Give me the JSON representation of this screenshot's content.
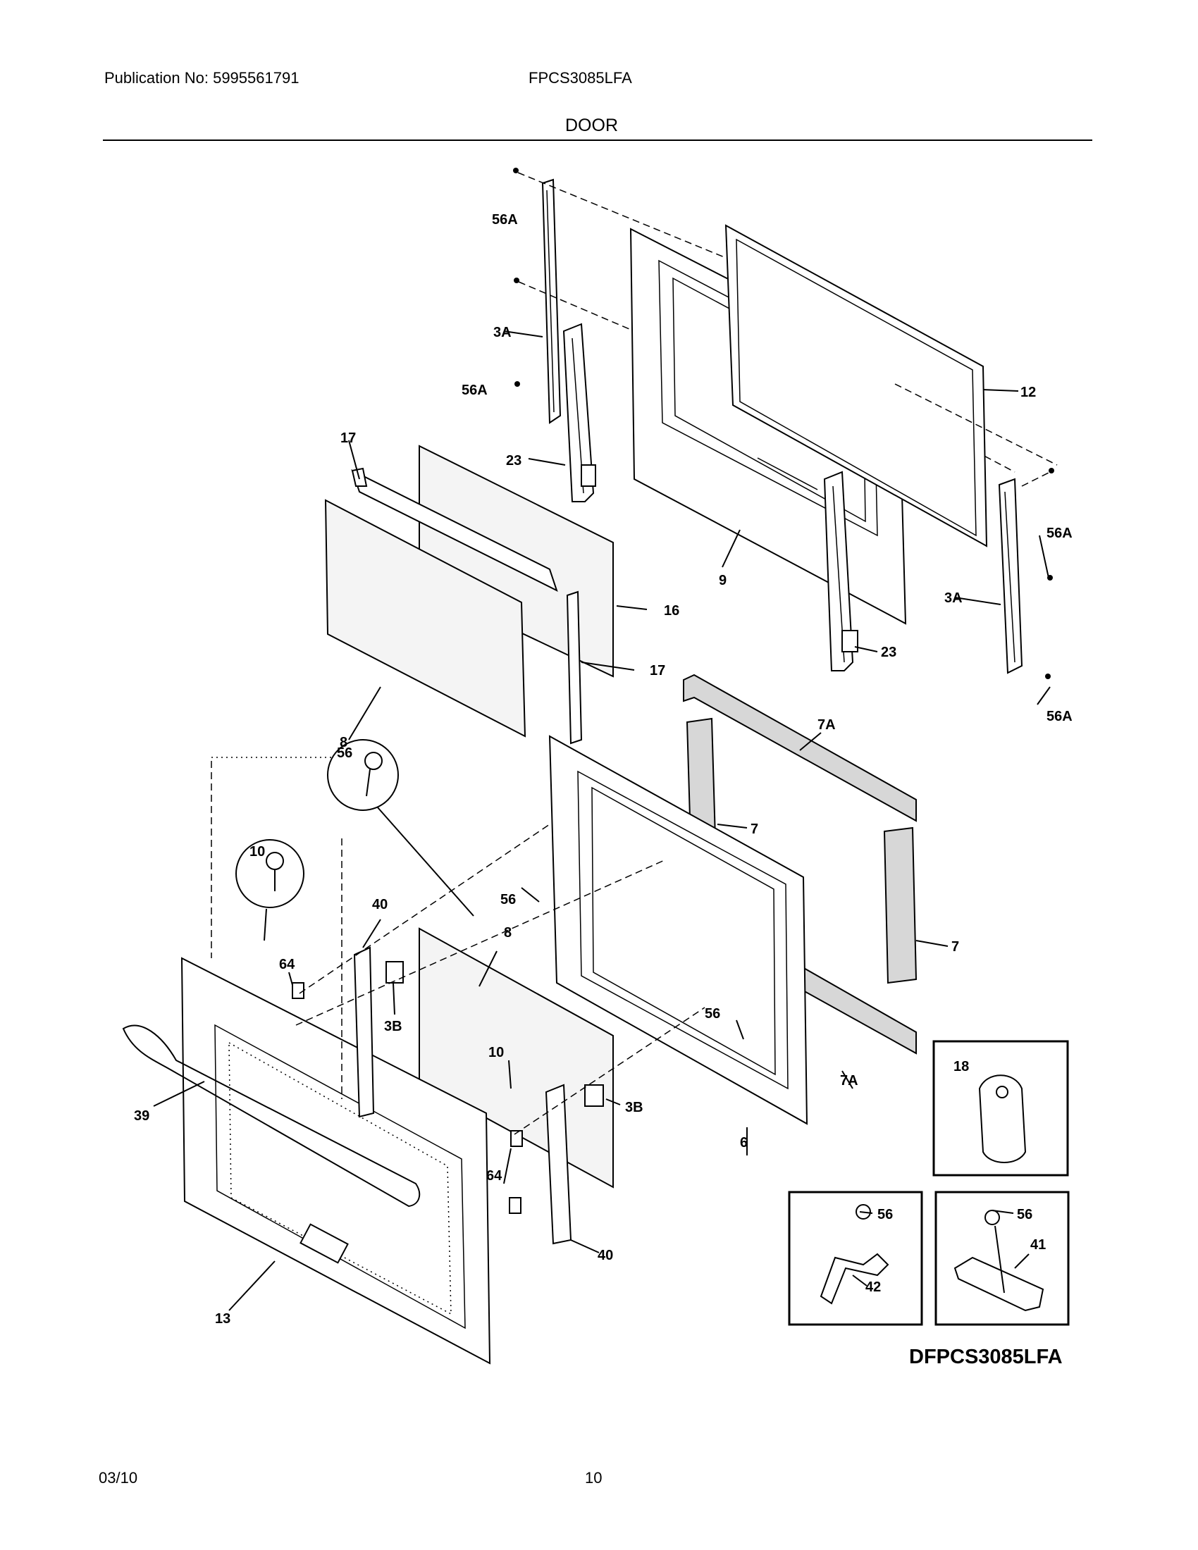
{
  "header": {
    "publication": "Publication No: 5995561791",
    "model": "FPCS3085LFA",
    "section": "DOOR"
  },
  "footer": {
    "date": "03/10",
    "page": "10"
  },
  "diagram": {
    "drawing_id": "DFPCS3085LFA",
    "callouts": {
      "c_56a_top": "56A",
      "c_3a_left": "3A",
      "c_56a_mid": "56A",
      "c_12": "12",
      "c_17_top": "17",
      "c_23_left": "23",
      "c_56a_right": "56A",
      "c_3a_right": "3A",
      "c_9": "9",
      "c_16": "16",
      "c_17_low": "17",
      "c_23_right": "23",
      "c_8_left": "8",
      "c_56a_bottom": "56A",
      "c_7a_top": "7A",
      "c_56_circle": "56",
      "c_7_top": "7",
      "c_10_circle": "10",
      "c_40_top": "40",
      "c_56_frame": "56",
      "c_8_inner": "8",
      "c_7_right": "7",
      "c_64_top": "64",
      "c_56_frame_low": "56",
      "c_3b_left": "3B",
      "c_10_low": "10",
      "c_18": "18",
      "c_7a_bottom": "7A",
      "c_39": "39",
      "c_3b_right": "3B",
      "c_6": "6",
      "c_64_low": "64",
      "c_40_low": "40",
      "c_56_inset1": "56",
      "c_56_inset2": "56",
      "c_41": "41",
      "c_42": "42",
      "c_13": "13"
    }
  }
}
